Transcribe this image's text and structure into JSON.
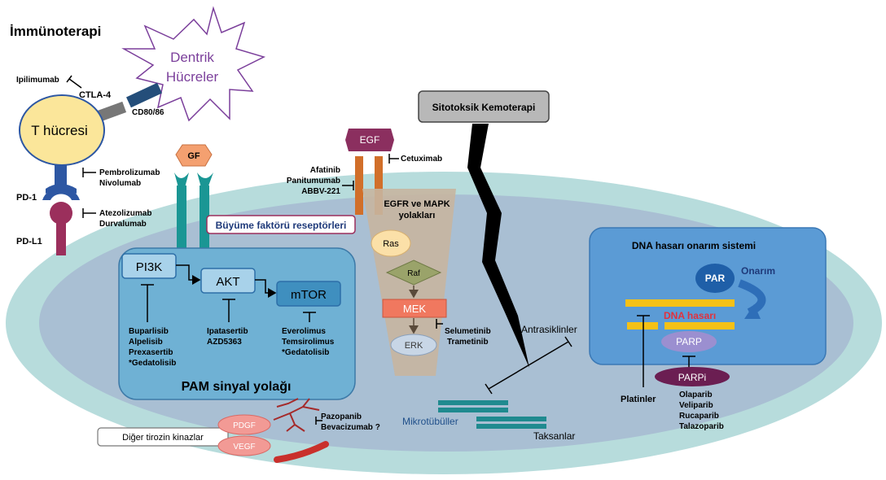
{
  "colors": {
    "cell_outer": "#b7dcdc",
    "cell_inner": "#a9bfd3",
    "pam_box": "#6fb1d4",
    "dna_box": "#5b9bd5",
    "teal": "#1a9694",
    "egf": "#8b2f5f",
    "egf_receptor": "#d16f2a",
    "pd1": "#2d57a3",
    "pdl1": "#9b2f5c",
    "tcell": "#fbe69a",
    "dendritic_text": "#7b3f9b",
    "mek": "#f0785f",
    "dna_damage_text": "#e3313c",
    "parpi": "#6b1e52",
    "parp": "#9b8fd0",
    "par": "#1f5fa8",
    "dna_bar": "#f5c116",
    "microtubule": "#1f8a8f"
  },
  "title": "İmmünoterapi",
  "dendritic": {
    "line1": "Dentrik",
    "line2": "Hücreler"
  },
  "tcell": {
    "label": "T hücresi"
  },
  "ctla4": {
    "label": "CTLA-4",
    "drug": "Ipilimumab",
    "ligand": "CD80/86"
  },
  "pd1": {
    "label": "PD-1",
    "drug1": "Pembrolizumab",
    "drug2": "Nivolumab"
  },
  "pdl1": {
    "label": "PD-L1",
    "drug1": "Atezolizumab",
    "drug2": "Durvalumab"
  },
  "gf": {
    "label": "GF",
    "receptor_label": "Büyüme faktörü reseptörleri"
  },
  "egf": {
    "label": "EGF",
    "drug": "Cetuximab",
    "tki1": "Afatinib",
    "tki2": "Panitumumab",
    "tki3": "ABBV-221"
  },
  "chemo": {
    "label": "Sitotoksik Kemoterapi"
  },
  "mapk": {
    "title1": "EGFR ve MAPK",
    "title2": "yolakları",
    "ras": "Ras",
    "raf": "Raf",
    "mek": "MEK",
    "erk": "ERK",
    "drug1": "Selumetinib",
    "drug2": "Trametinib"
  },
  "pam": {
    "title": "PAM sinyal yolağı",
    "pi3k": "PI3K",
    "akt": "AKT",
    "mtor": "mTOR",
    "pi3k_drugs": [
      "Buparlisib",
      "Alpelisib",
      "Prexasertib",
      "*Gedatolisib"
    ],
    "akt_drugs": [
      "Ipatasertib",
      "AZD5363"
    ],
    "mtor_drugs": [
      "Everolimus",
      "Temsirolimus",
      "*Gedatolisib"
    ]
  },
  "dna": {
    "title": "DNA hasarı onarım sistemi",
    "par": "PAR",
    "repair": "Onarım",
    "damage": "DNA hasarı",
    "parp": "PARP",
    "parpi": "PARPi",
    "platinum": "Platinler",
    "parpi_drugs": [
      "Olaparib",
      "Veliparib",
      "Rucaparib",
      "Talazoparib"
    ]
  },
  "microtubule": {
    "label": "Mikrotübüller",
    "anthracyclines": "Antrasiklinler",
    "taxanes": "Taksanlar"
  },
  "tk": {
    "other": "Diğer tirozin kinazlar",
    "pdgf": "PDGF",
    "vegf": "VEGF",
    "drug1": "Pazopanib",
    "drug2": "Bevacizumab ?"
  }
}
